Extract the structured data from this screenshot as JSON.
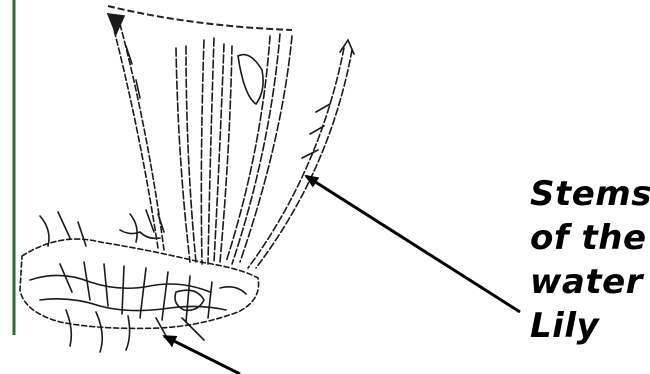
{
  "diagram": {
    "label_lines": [
      "Stems",
      "of the",
      "water",
      "Lily"
    ]
  },
  "colors": {
    "ink": "#111111",
    "arrow": "#000000",
    "background": "#ffffff",
    "frame": "#2f6b2f"
  },
  "icons": {
    "illustration": "water-lily-plant-sketch",
    "pointer_upper": "arrow-to-stems",
    "pointer_lower": "arrow-to-roots"
  }
}
